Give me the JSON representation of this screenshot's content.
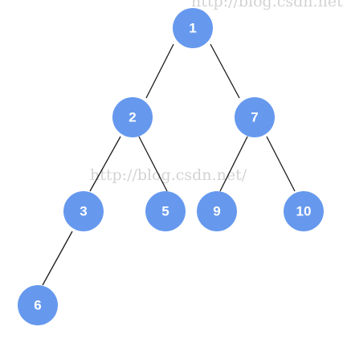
{
  "watermark": {
    "top": "http://blog.csdn.net/",
    "middle": "http://blog.csdn.net/"
  },
  "colors": {
    "node": "#6699ee",
    "edge": "#1a1a1a",
    "label": "#ffffff"
  },
  "tree": {
    "nodes": [
      {
        "id": "n1",
        "label": "1"
      },
      {
        "id": "n2",
        "label": "2"
      },
      {
        "id": "n7",
        "label": "7"
      },
      {
        "id": "n3",
        "label": "3"
      },
      {
        "id": "n5",
        "label": "5"
      },
      {
        "id": "n9",
        "label": "9"
      },
      {
        "id": "n10",
        "label": "10"
      },
      {
        "id": "n6",
        "label": "6"
      }
    ],
    "edges": [
      {
        "from": "n1",
        "to": "n2"
      },
      {
        "from": "n1",
        "to": "n7"
      },
      {
        "from": "n2",
        "to": "n3"
      },
      {
        "from": "n2",
        "to": "n5"
      },
      {
        "from": "n7",
        "to": "n9"
      },
      {
        "from": "n7",
        "to": "n10"
      },
      {
        "from": "n3",
        "to": "n6"
      }
    ]
  }
}
